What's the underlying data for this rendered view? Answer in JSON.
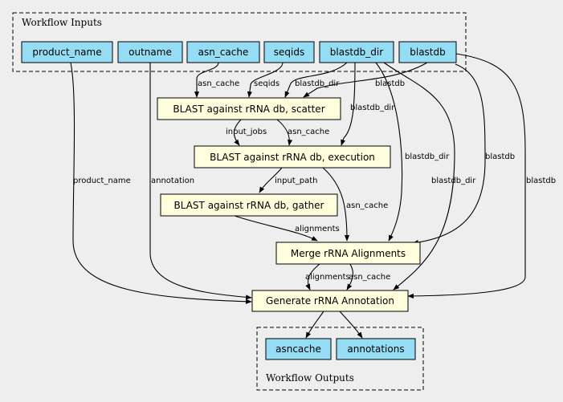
{
  "clusters": {
    "inputs_title": "Workflow Inputs",
    "outputs_title": "Workflow Outputs"
  },
  "colors": {
    "background": "#eeeeee",
    "io_node": "#94ddf4",
    "step_node": "#ffffdd",
    "border": "#000000"
  },
  "inputs": {
    "product_name": "product_name",
    "outname": "outname",
    "asn_cache": "asn_cache",
    "seqids": "seqids",
    "blastdb_dir": "blastdb_dir",
    "blastdb": "blastdb"
  },
  "steps": {
    "scatter": "BLAST against rRNA db, scatter",
    "execution": "BLAST against rRNA db, execution",
    "gather": "BLAST against rRNA db, gather",
    "merge": "Merge rRNA Alignments",
    "generate": "Generate rRNA Annotation"
  },
  "outputs": {
    "asncache": "asncache",
    "annotations": "annotations"
  },
  "edge_labels": {
    "asn_cache_to_scatter": "asn_cache",
    "seqids_to_scatter": "seqids",
    "blastdb_dir_to_scatter": "blastdb_dir",
    "blastdb_to_scatter": "blastdb",
    "blastdb_dir_to_execution": "blastdb_dir",
    "input_jobs": "input_jobs",
    "scatter_asn_cache": "asn_cache",
    "input_path": "input_path",
    "execution_asn_cache": "asn_cache",
    "blastdb_dir_to_merge": "blastdb_dir",
    "blastdb_to_merge": "blastdb",
    "alignments_to_merge": "alignments",
    "product_name_to_generate": "product_name",
    "annotation_to_generate": "annotation",
    "blastdb_dir_to_generate": "blastdb_dir",
    "blastdb_to_generate": "blastdb",
    "alignments_to_generate": "alignments",
    "merge_asn_cache": "asn_cache"
  }
}
